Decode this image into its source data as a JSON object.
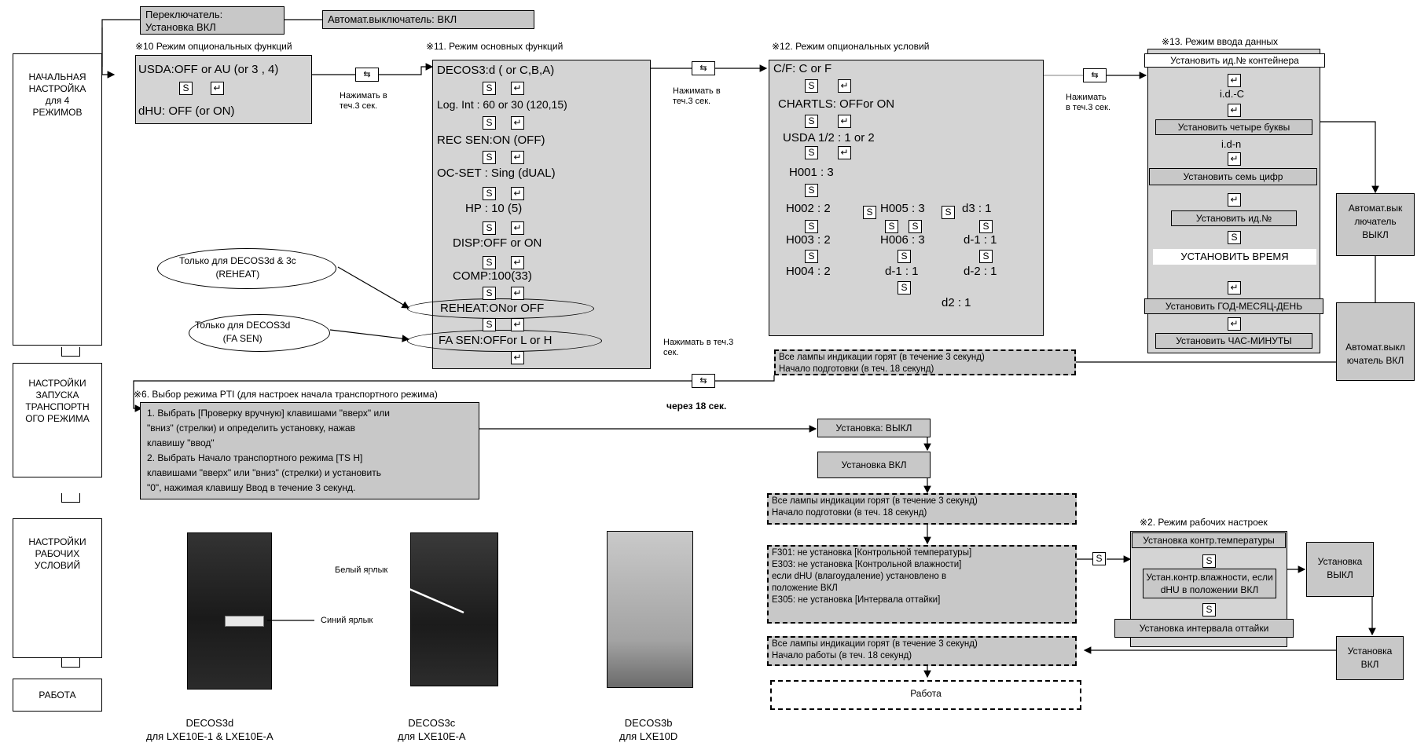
{
  "left_column": {
    "initial": "НАЧАЛЬНАЯ\nНАСТРОЙКА\nдля 4\nРЕЖИМОВ",
    "transport": "НАСТРОЙКИ\nЗАПУСКА\nТРАНСПОРТН\nОГО РЕЖИМА",
    "operating": "НАСТРОЙКИ\nРАБОЧИХ\nУСЛОВИЙ",
    "run": "РАБОТА"
  },
  "top": {
    "switch_label": "Переключатель:\nУстановка ВКЛ",
    "breaker_label": "Автомат.выключатель: ВКЛ"
  },
  "sec10": {
    "header": "※10  Режим опциональных функций",
    "usda": "USDA:OFF or AU (or 3 , 4)",
    "dhu": "dHU: OFF (or ON)"
  },
  "press3s": "Нажимать в\nтеч.3 сек.",
  "press3s_b": "Нажимать\nв теч.3 сек.",
  "press3s_c": "Нажимать в теч.3\nсек.",
  "sec11": {
    "header": "※11.  Режим основных функций",
    "items": [
      "DECOS3:d ( or C,B,A)",
      "Log. Int : 60 or 30 (120,15)",
      "REC SEN:ON (OFF)",
      "OC-SET : Sing (dUAL)",
      "HP : 10  (5)",
      "DISP:OFF or ON",
      "COMP:100(33)",
      "REHEAT:ONor OFF",
      "FA SEN:OFFor L or H"
    ]
  },
  "only1": "Только для   DECOS3d & 3c\n(REHEAT)",
  "only2": "Только для  DECOS3d\n(FA SEN)",
  "sec12": {
    "header": "※12.  Режим опциональных условий",
    "cf": "C/F:  C or F",
    "chartls": "CHARTLS: OFFor ON",
    "usda": "USDA 1/2 : 1 or 2",
    "h001": "H001 : 3",
    "h002": "H002  : 2",
    "h003": "H003  : 2",
    "h004": "H004  : 2",
    "h005": "H005  : 3",
    "h006": "H006  : 3",
    "d1a": "d-1  : 1",
    "d3": "d3   : 1",
    "d1b": "d-1  : 1",
    "d2a": "d-2  : 1",
    "d2b": "d2   : 1"
  },
  "sec13": {
    "header": "※13.  Режим ввода данных",
    "set_id": "Установить ид.№ контейнера",
    "idc": "i.d.-C",
    "four": "Установить четыре буквы",
    "idn": "i.d-n",
    "seven": "Установить семь цифр",
    "setid": "Установить ид.№",
    "time": "УСТАНОВИТЬ ВРЕМЯ",
    "ymd": "Установить ГОД-МЕСЯЦ-ДЕНЬ",
    "hm": "Установить ЧАС-МИНУТЫ"
  },
  "breaker_off": "Автомат.вык\nлючатель\nВЫКЛ",
  "breaker_on": "Автомат.выкл\nючатель ВКЛ",
  "lamps1": "Все лампы индикации горят (в течение 3 секунд)\nНачало подготовки (в теч. 18 секунд)",
  "after18": "через 18 сек.",
  "sec6": {
    "header": "※6.   Выбор режима PTI (для настроек начала транспортного режима)",
    "body": "1. Выбрать [Проверку вручную] клавишами \"вверх\" или\n\"вниз\" (стрелки) и определить установку, нажав\nклавишу \"ввод\"\n2. Выбрать Начало транспортного режима [TS H]\nклавишами \"вверх\" или \"вниз\" (стрелки) и установить\n\"0\", нажимая клавишу Ввод в течение 3 секунд."
  },
  "flow": {
    "off": "Установка: ВЫКЛ",
    "on": "Установка ВКЛ",
    "lamps2": "Все лампы индикации горят (в течение 3 секунд)\nНачало подготовки (в теч. 18 секунд)",
    "errors": "F301: не установка [Контрольной температуры]\nE303: не установка [Контрольной влажности]\n           если dHU (влагоудаление) установлено в\n           положение ВКЛ\nE305: не установка [Интервала оттайки]",
    "lamps3": "Все лампы индикации горят (в течение 3 секунд)\nНачало работы (в теч. 18 секунд)",
    "work": "Работа"
  },
  "sec2": {
    "header": "※2.  Режим рабочих настроек",
    "temp": "Установка контр.температуры",
    "hum": "Устан.контр.влажности, если\ndHU в положении ВКЛ",
    "defrost": "Установка интервала оттайки",
    "set_off": "Установка\nВЫКЛ",
    "set_on": "Установка\nВКЛ"
  },
  "photos": {
    "white_label": "Белый ярлык",
    "blue_label": "Синий ярлык",
    "cap1": "DECOS3d\nдля  LXE10E-1 & LXE10E-A",
    "cap2": "DECOS3c\nдля  LXE10E-A",
    "cap3": "DECOS3b\nдля  LXE10D"
  },
  "keys": {
    "s": "S",
    "enter": "↵",
    "switch": "⇆",
    "arrow": "➜"
  }
}
